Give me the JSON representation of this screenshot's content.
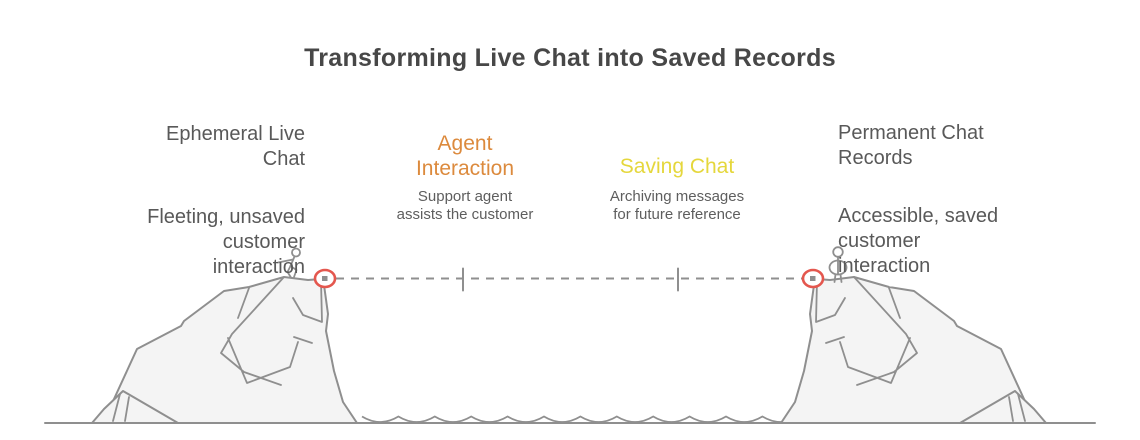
{
  "title": "Transforming Live Chat into Saved Records",
  "left_block": {
    "heading": "Ephemeral Live\nChat",
    "description": "Fleeting, unsaved\ncustomer\ninteraction"
  },
  "right_block": {
    "heading": "Permanent Chat\nRecords",
    "description": "Accessible, saved\ncustomer\ninteraction"
  },
  "steps": [
    {
      "label": "Agent\nInteraction",
      "description": "Support agent\nassists the customer"
    },
    {
      "label": "Saving Chat",
      "description": "Archiving messages\nfor future reference"
    }
  ],
  "illustration": {
    "left_figure": "stick-figure-walking-on-cliff",
    "right_figure": "stick-figure-standing-on-cliff",
    "connector": "dashed-timeline-with-two-milestone-ticks-and-red-anchor-circles",
    "scenery": "two-facing-cliffs-over-water-waves"
  },
  "colors": {
    "title-text": "#474747",
    "body-text": "#595959",
    "subtitle-text": "#5E5E5E",
    "accent-orange": "#DC8A3D",
    "accent-yellow": "#E5D73C",
    "accent-red": "#E4574E",
    "line-gray": "#8F8F8F",
    "fill-gray": "#F4F4F4"
  }
}
